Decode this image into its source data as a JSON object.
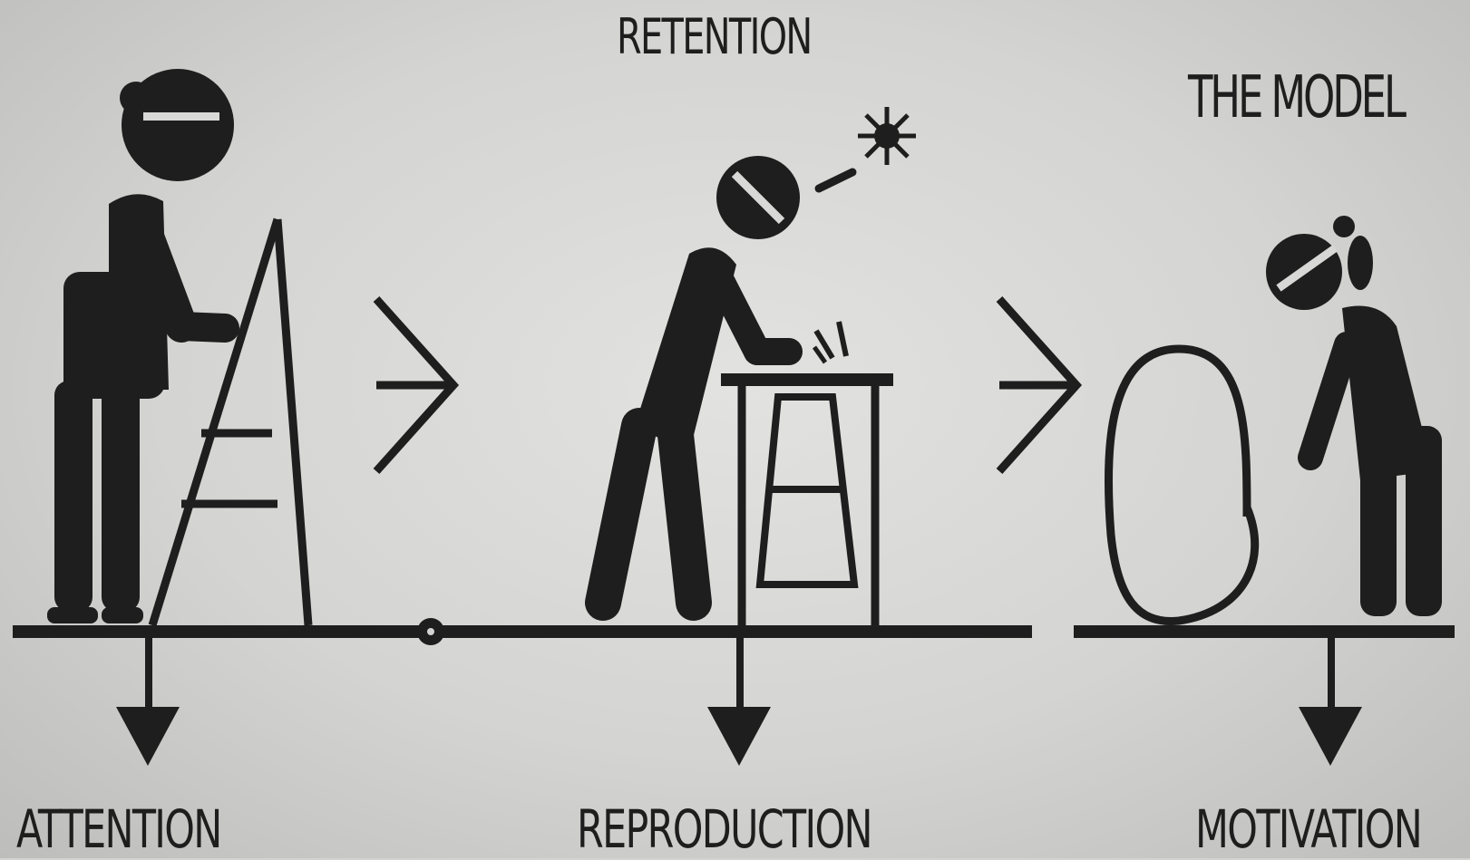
{
  "labels": {
    "top": "RETENTION",
    "corner": "THE MODEL",
    "step_1": "ATTENTION",
    "step_2": "REPRODUCTION",
    "step_3": "MOTIVATION"
  },
  "colors": {
    "background": "#d3d3d1",
    "ink": "#1e1e1e",
    "highlight": "#d8d8d6"
  },
  "icons": [
    "person-on-ladder",
    "person-at-workbench",
    "idea-spark",
    "person-with-hoop",
    "arrow-chevron",
    "down-arrow"
  ]
}
